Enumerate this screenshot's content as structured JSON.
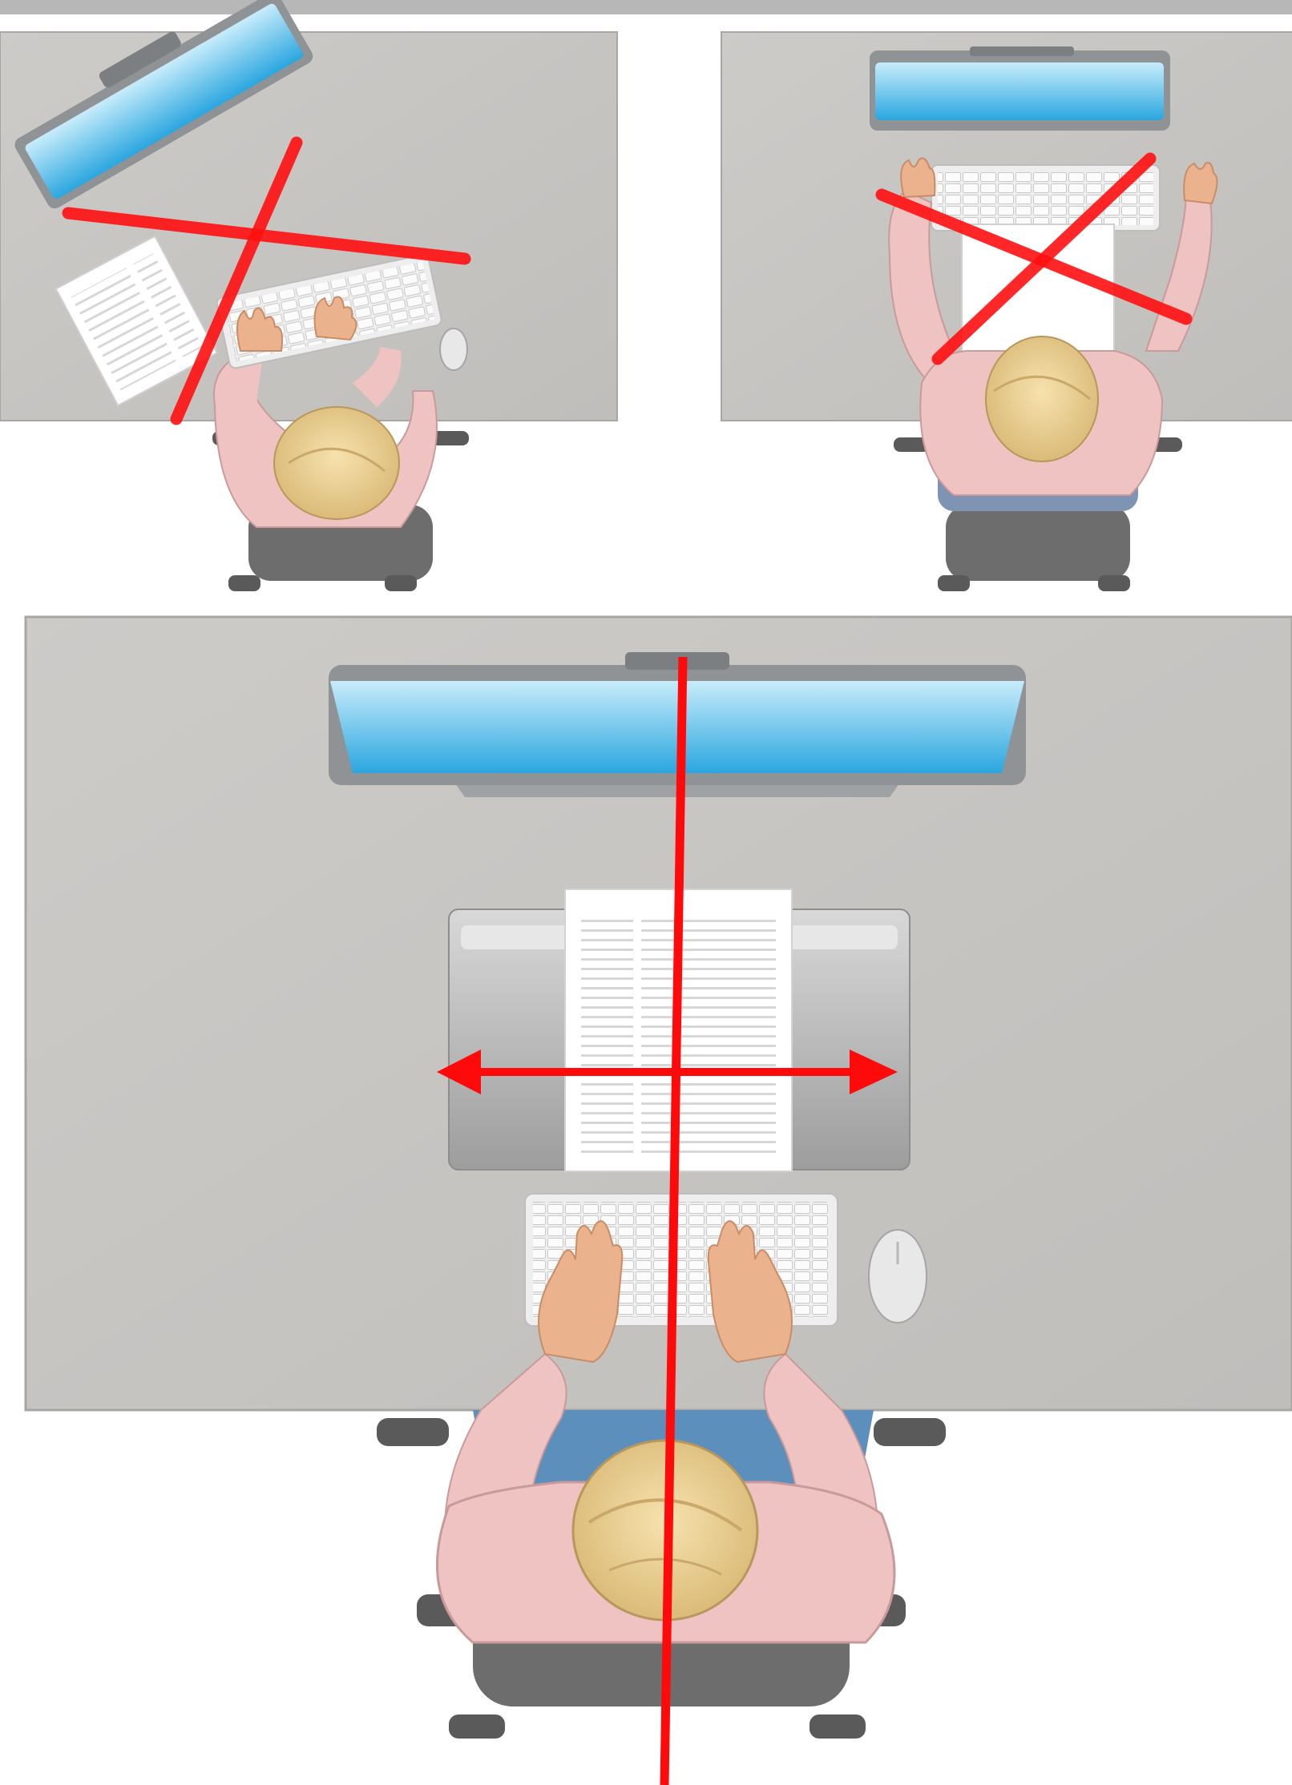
{
  "image": {
    "colors": {
      "top_bar": "#b7b7b7",
      "desk": "#c7c5c2",
      "desk_edge": "#a8a6a3",
      "screen_top": "#c8ecfb",
      "screen_bottom": "#2aa6df",
      "monitor_bezel": "#8f9396",
      "keyboard": "#eeeeee",
      "paper": "#ffffff",
      "shirt": "#f0c3c3",
      "hair": "#e9cf93",
      "skin": "#eab38e",
      "jeans": "#5c8fbc",
      "chair_seat": "#7f93b3",
      "chair_base": "#6d6d6d",
      "annotation_red": "#ff1010"
    },
    "panels": [
      {
        "name": "monitor-rotated-wrong",
        "verdict": "incorrect",
        "mark": "red-x-icon"
      },
      {
        "name": "keyboard-too-far-wrong",
        "verdict": "incorrect",
        "mark": "red-x-icon"
      },
      {
        "name": "centered-correct-setup",
        "verdict": "correct",
        "mark": "centerline-and-double-arrow-icon"
      }
    ]
  }
}
